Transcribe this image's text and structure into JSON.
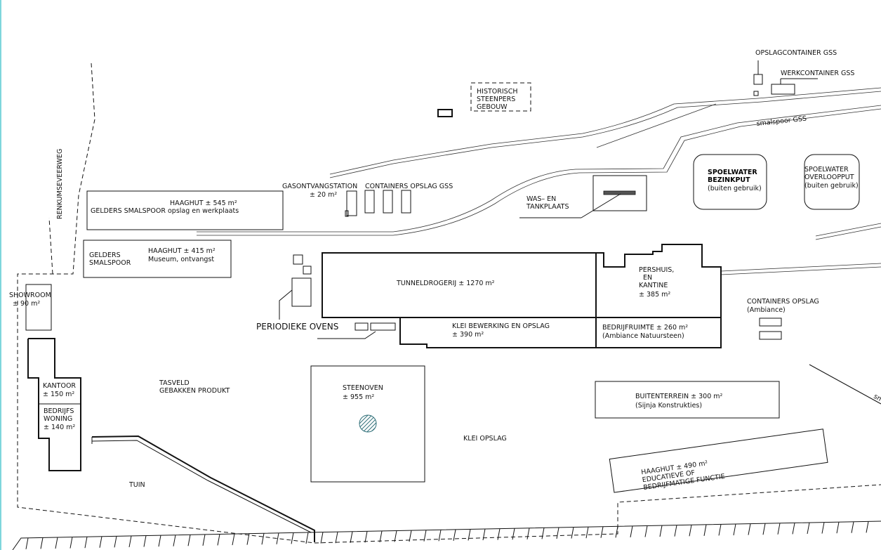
{
  "labels": {
    "opslagcontainer_gss": "OPSLAGCONTAINER GSS",
    "werkcontainer_gss": "WERKCONTAINER GSS",
    "historisch": [
      "HISTORISCH",
      "STEENPERS",
      "GEBOUW"
    ],
    "smalspoor_gss": "smalspoor GSS",
    "spoelwater_bezinkput": [
      "SPOELWATER",
      "BEZINKPUT",
      "(buiten gebruik)"
    ],
    "spoelwater_overlopput": [
      "SPOELWATER",
      "OVERLOOPPUT",
      "(buiten gebruik)"
    ],
    "renkumseveerweg": "RENKUMSEVEERWEG",
    "haaghut_545": "HAAGHUT ± 545 m²",
    "gelders_opslag": "GELDERS SMALSPOOR opslag en werkplaats",
    "gasontvangstation": [
      "GASONTVANGSTATION",
      "± 20 m²"
    ],
    "containers_opslag_gss": "CONTAINERS OPSLAG GSS",
    "was_tankplaats": [
      "WAS– EN",
      "TANKPLAATS"
    ],
    "gelders_smalspoor": [
      "GELDERS",
      "SMALSPOOR"
    ],
    "haaghut_415": [
      "HAAGHUT ± 415 m²",
      "Museum, ontvangst"
    ],
    "showroom": [
      "SHOWROOM",
      "± 90 m²"
    ],
    "tunneldrogerij": "TUNNELDROGERIJ ± 1270 m²",
    "pershuis": [
      "PERSHUIS,",
      "EN",
      "KANTINE",
      "± 385 m²"
    ],
    "containers_ambiance": [
      "CONTAINERS OPSLAG",
      "(Ambiance)"
    ],
    "periodieke_ovens": "PERIODIEKE OVENS",
    "klei_bewerking": [
      "KLEI BEWERKING EN OPSLAG",
      "± 390 m²"
    ],
    "bedrijfruimte": [
      "BEDRIJFRUIMTE ± 260 m²",
      "(Ambiance Natuursteen)"
    ],
    "kantoor": [
      "KANTOOR",
      "± 150 m²"
    ],
    "bedrijfswoning": [
      "BEDRIJFS",
      "WONING",
      "± 140 m²"
    ],
    "tasveld": [
      "TASVELD",
      "GEBAKKEN PRODUKT"
    ],
    "steenoven": [
      "STEENOVEN",
      "± 955 m²"
    ],
    "buitenterrein": [
      "BUITENTERREIN ± 300 m²",
      "(Sijnja Konstrukties)"
    ],
    "klei_opslag": "KLEI OPSLAG",
    "haaghut_490": [
      "HAAGHUT ± 490 m²",
      "EDUCATIEVE OF",
      "BEDRIJFMATIGE FUNCTIE"
    ],
    "tuin": "TUIN",
    "edge_sm": "sm"
  },
  "colors": {
    "line": "#111111",
    "edge_accent": "#7fd6dc",
    "hatch": "#2f6f78",
    "tank_bar": "#555555"
  }
}
